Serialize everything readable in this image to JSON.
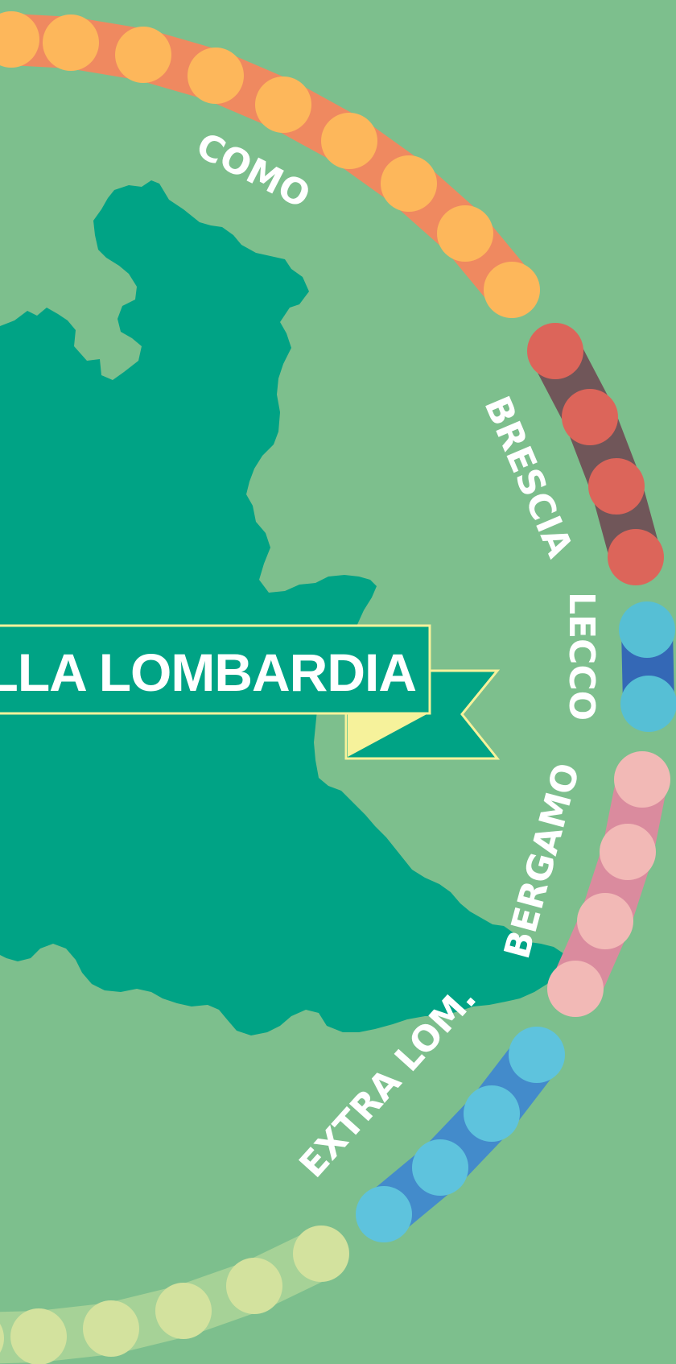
{
  "banner": {
    "text": "DELLA LOMBARDIA"
  },
  "colors": {
    "background": "#7dbf8d",
    "map": "#00a385",
    "banner_fill": "#00a385",
    "banner_border": "#f6f29b",
    "banner_ribbon_inner": "#f6f29b"
  },
  "segments": [
    {
      "label": "COMO",
      "count": 9,
      "track_color": "#ef8960",
      "dot_color": "#fdb75b"
    },
    {
      "label": "BRESCIA",
      "count": 4,
      "track_color": "#705659",
      "dot_color": "#dc655a"
    },
    {
      "label": "LECCO",
      "count": 2,
      "track_color": "#3468b6",
      "dot_color": "#56bfd5"
    },
    {
      "label": "BERGAMO",
      "count": 4,
      "track_color": "#da8b9e",
      "dot_color": "#f2b9b6"
    },
    {
      "label": "EXTRA LOM.",
      "count": 4,
      "track_color": "#438bcb",
      "dot_color": "#5ec3dd"
    },
    {
      "label": "",
      "count": 6,
      "track_color": "#a6d297",
      "dot_color": "#d3e29e"
    }
  ]
}
